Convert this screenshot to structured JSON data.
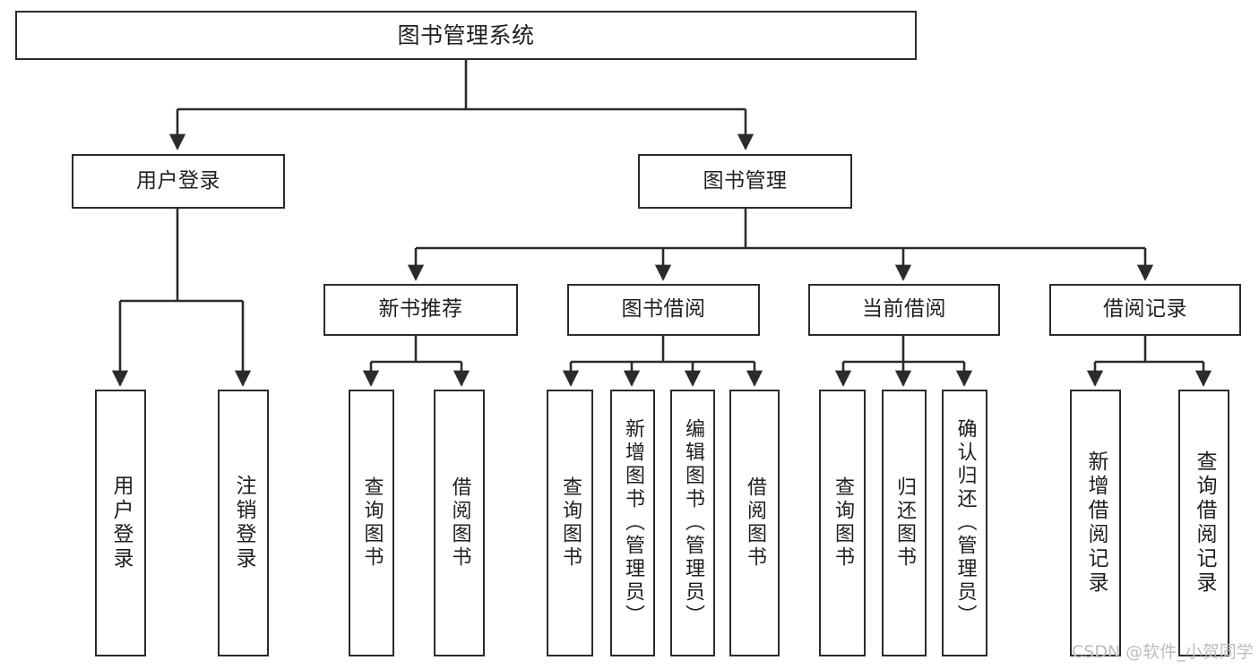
{
  "diagram": {
    "title": "图书管理系统",
    "type": "function-structure-tree",
    "colors": {
      "stroke": "#2b2b2b",
      "box_fill": "#ffffff",
      "text": "#1f1f1f",
      "background": "#ffffff",
      "watermark": "#bdbdbd"
    },
    "root": {
      "label": "图书管理系统"
    },
    "level1": [
      {
        "label": "用户登录"
      },
      {
        "label": "图书管理"
      }
    ],
    "level2": [
      {
        "label": "新书推荐"
      },
      {
        "label": "图书借阅"
      },
      {
        "label": "当前借阅"
      },
      {
        "label": "借阅记录"
      }
    ],
    "leaves": {
      "user_login": [
        {
          "label": "用户登录"
        },
        {
          "label": "注销登录"
        }
      ],
      "new_book": [
        {
          "label": "查询图书"
        },
        {
          "label": "借阅图书"
        }
      ],
      "book_borrow": [
        {
          "label": "查询图书"
        },
        {
          "label": "新增图书（管理员）"
        },
        {
          "label": "编辑图书（管理员）"
        },
        {
          "label": "借阅图书"
        }
      ],
      "current_borrow": [
        {
          "label": "查询图书"
        },
        {
          "label": "归还图书"
        },
        {
          "label": "确认归还（管理员）"
        }
      ],
      "borrow_record": [
        {
          "label": "新增借阅记录"
        },
        {
          "label": "查询借阅记录"
        }
      ]
    }
  },
  "watermark": {
    "text": "CSDN @软件_小贺同学"
  }
}
